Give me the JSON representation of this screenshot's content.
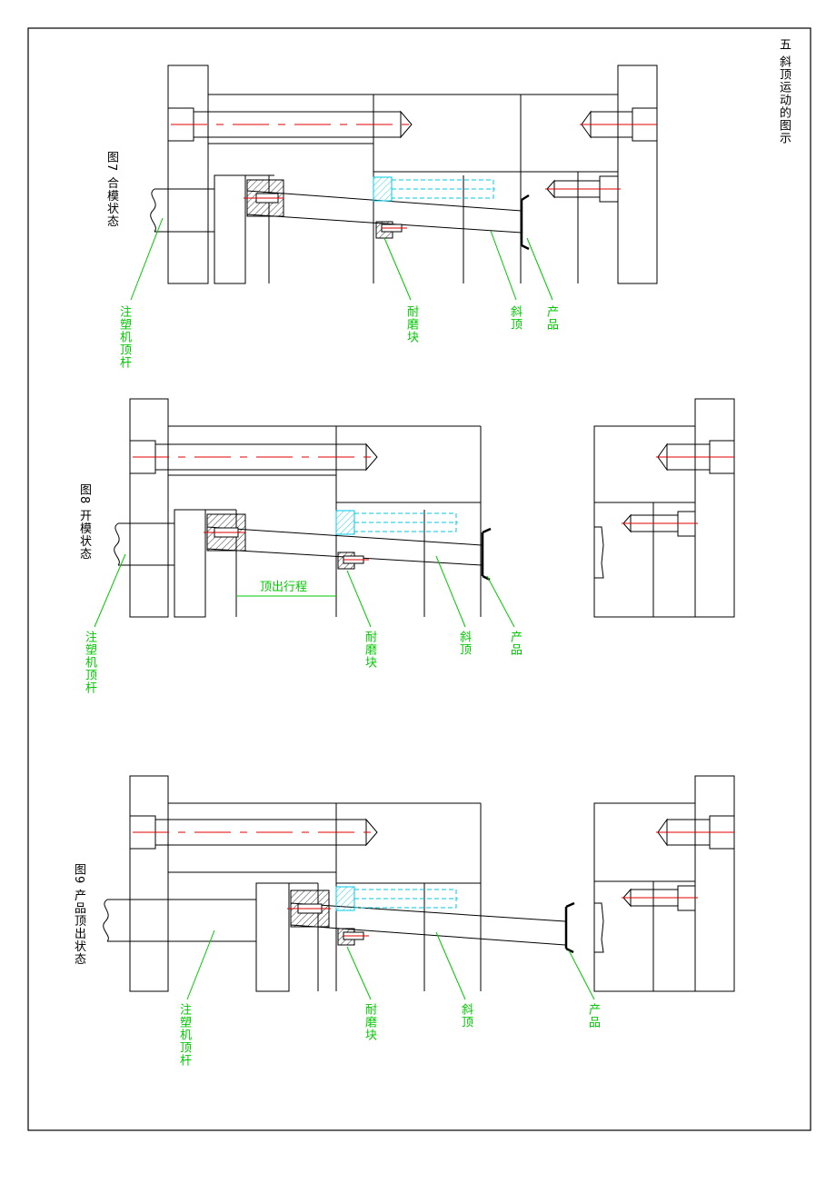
{
  "page_title": "五  斜顶运动的图示",
  "figures": [
    {
      "caption": "图7  合模状态",
      "labels": {
        "ejector_rod": "注塑机顶杆",
        "wear_block": "耐磨块",
        "angled_lifter": "斜顶",
        "product": "产品"
      }
    },
    {
      "caption": "图8  开模状态",
      "labels": {
        "ejector_rod": "注塑机顶杆",
        "wear_block": "耐磨块",
        "angled_lifter": "斜顶",
        "product": "产品",
        "stroke": "顶出行程"
      }
    },
    {
      "caption": "图9  产品顶出状态",
      "labels": {
        "ejector_rod": "注塑机顶杆",
        "wear_block": "耐磨块",
        "angled_lifter": "斜顶",
        "product": "产品"
      }
    }
  ],
  "colors": {
    "outline": "#000000",
    "leader": "#00c800",
    "centerline": "#e00000",
    "hidden": "#00c8e6"
  }
}
